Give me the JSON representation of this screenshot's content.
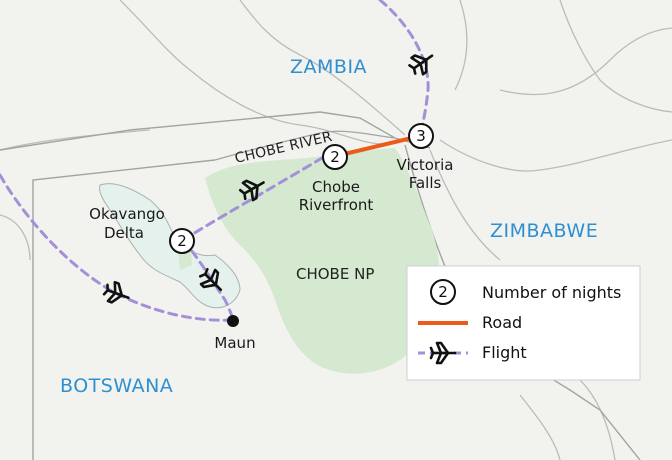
{
  "countries": {
    "zambia": "ZAMBIA",
    "zimbabwe": "ZIMBABWE",
    "botswana": "BOTSWANA"
  },
  "features": {
    "river": "CHOBE RIVER",
    "national_park": "CHOBE NP"
  },
  "stops": [
    {
      "name_line1": "Victoria",
      "name_line2": "Falls",
      "nights": "3"
    },
    {
      "name_line1": "Chobe",
      "name_line2": "Riverfront",
      "nights": "2"
    },
    {
      "name_line1": "Okavango",
      "name_line2": "Delta",
      "nights": "2"
    },
    {
      "name_line1": "Maun",
      "name_line2": "",
      "nights": ""
    }
  ],
  "legend": {
    "sample_nights": "2",
    "nights_label": "Number of nights",
    "road_label": "Road",
    "flight_label": "Flight"
  },
  "colors": {
    "land": "#f1f2ee",
    "park": "#d6ead1",
    "delta": "#e6f2ee",
    "border": "#9aa09a",
    "river": "#b0b5b0",
    "road": "#ee5a1a",
    "flight": "#a48fd8",
    "country_label": "#2f8fd0"
  },
  "icons": [
    "plane-icon",
    "location-dot-icon"
  ]
}
